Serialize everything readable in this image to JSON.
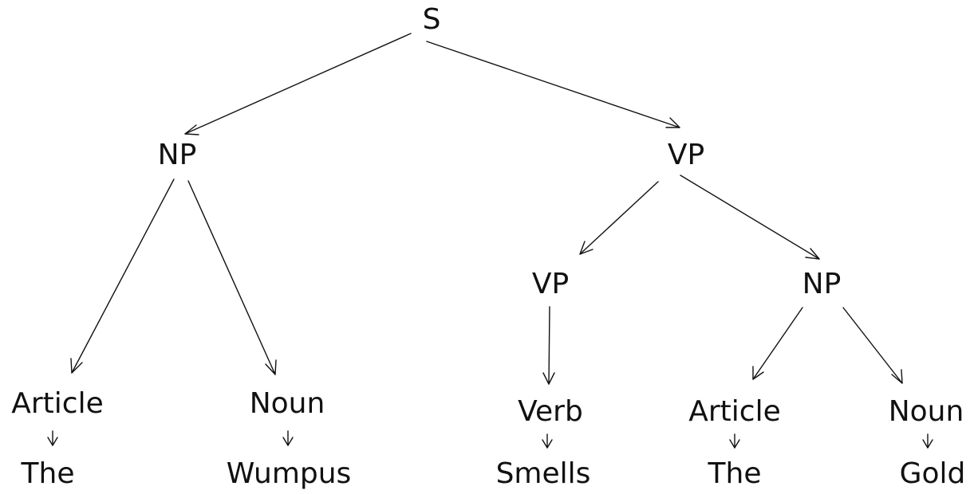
{
  "tree": {
    "root": {
      "label": "S"
    },
    "left_np": {
      "label": "NP"
    },
    "right_vp": {
      "label": "VP"
    },
    "inner_vp": {
      "label": "VP"
    },
    "inner_np": {
      "label": "NP"
    },
    "article_1": {
      "label": "Article"
    },
    "noun_1": {
      "label": "Noun"
    },
    "verb_1": {
      "label": "Verb"
    },
    "article_2": {
      "label": "Article"
    },
    "noun_2": {
      "label": "Noun"
    },
    "word_the_1": {
      "label": "The"
    },
    "word_wumpus": {
      "label": "Wumpus"
    },
    "word_smells": {
      "label": "Smells"
    },
    "word_the_2": {
      "label": "The"
    },
    "word_gold": {
      "label": "Gold"
    }
  },
  "colors": {
    "ink": "#111111",
    "background": "#ffffff"
  }
}
